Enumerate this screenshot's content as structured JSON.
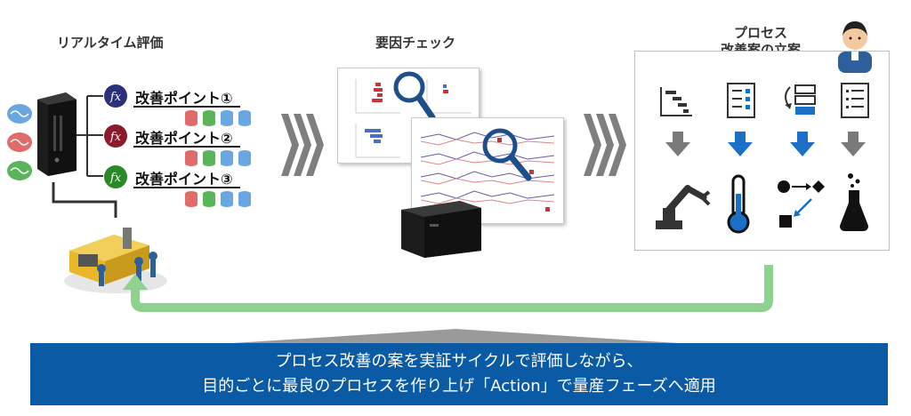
{
  "headings": {
    "realtime": "リアルタイム評価",
    "factor": "要因チェック",
    "process_line1": "プロセス",
    "process_line2": "改善案の立案"
  },
  "kpis": [
    {
      "label": "改善ポイント①",
      "icon_color": "#2c2f7c",
      "icon_text": "fx"
    },
    {
      "label": "改善ポイント②",
      "icon_color": "#8b1a2b",
      "icon_text": "fx"
    },
    {
      "label": "改善ポイント③",
      "icon_color": "#2a8a2a",
      "icon_text": "fx"
    }
  ],
  "db_colors": [
    "#e06b6b",
    "#5ab55a",
    "#6aa6df",
    "#6aa6df"
  ],
  "banner": {
    "line1": "プロセス改善の案を実証サイクルで評価しながら、",
    "line2": "目的ごとに最良のプロセスを作り上げ「Action」で量産フェーズへ適用"
  },
  "colors": {
    "banner": "#0b5aa6",
    "feedback_arrow": "#8fd18f",
    "down_arrow_blue": "#1b6fc7",
    "down_arrow_gray": "#7a7a7a"
  },
  "icons": {
    "top": [
      "gantt-chart-icon",
      "checklist-icon",
      "reorder-icon",
      "list-icon"
    ],
    "bottom": [
      "robot-arm-icon",
      "thermometer-icon",
      "flow-diagram-icon",
      "flask-icon"
    ]
  }
}
